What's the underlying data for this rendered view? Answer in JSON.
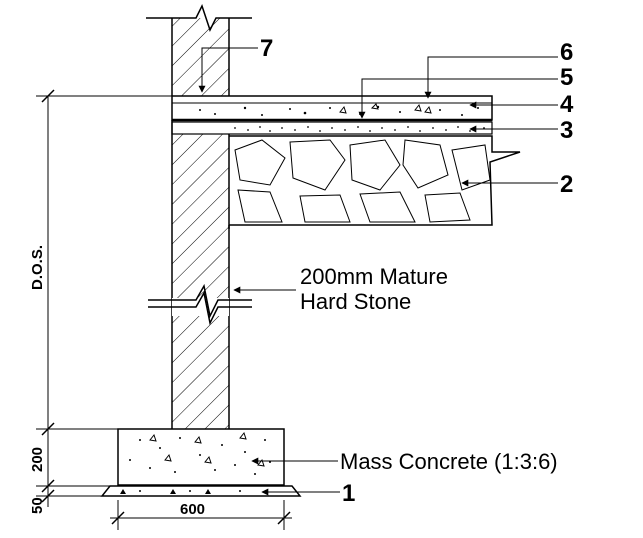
{
  "diagram": {
    "callouts": {
      "c1": "1",
      "c2": "2",
      "c3": "3",
      "c4": "4",
      "c5": "5",
      "c6": "6",
      "c7": "7"
    },
    "notes": {
      "wall_line1": "200mm Mature",
      "wall_line2": "Hard Stone",
      "footing": "Mass Concrete (1:3:6)"
    },
    "dimensions": {
      "depth": "D.O.S.",
      "footing_height": "200",
      "blinding_height": "50",
      "footing_width": "600"
    },
    "colors": {
      "ink": "#000000",
      "paper": "#ffffff"
    }
  }
}
